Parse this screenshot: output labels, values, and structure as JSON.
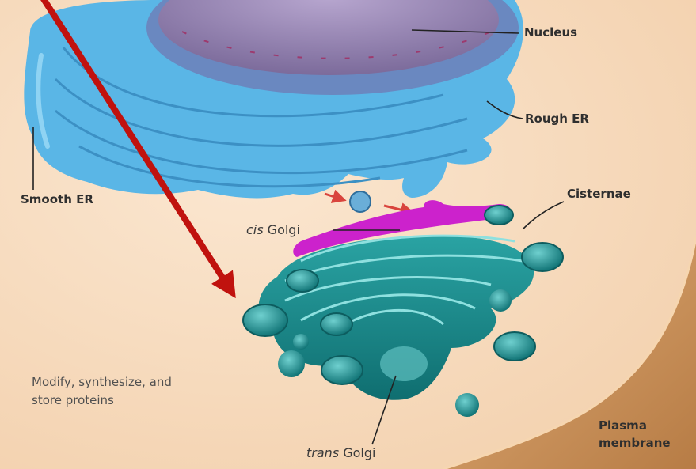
{
  "labels": {
    "nucleus": "Nucleus",
    "rough_er": "Rough ER",
    "smooth_er": "Smooth ER",
    "cisternae": "Cisternae",
    "cis_prefix": "cis",
    "cis_suffix": " Golgi",
    "trans_prefix": "trans",
    "trans_suffix": " Golgi",
    "plasma_line1": "Plasma",
    "plasma_line2": "membrane",
    "caption_line1": "Modify, synthesize, and",
    "caption_line2": "store proteins"
  },
  "colors": {
    "background": "#f7dcc0",
    "er_blue": "#5ab6e6",
    "golgi_teal": "#1d8e8f",
    "cis_magenta": "#cc22cc",
    "arrow_red": "#c0120e",
    "plasma_brown": "#c99058"
  }
}
